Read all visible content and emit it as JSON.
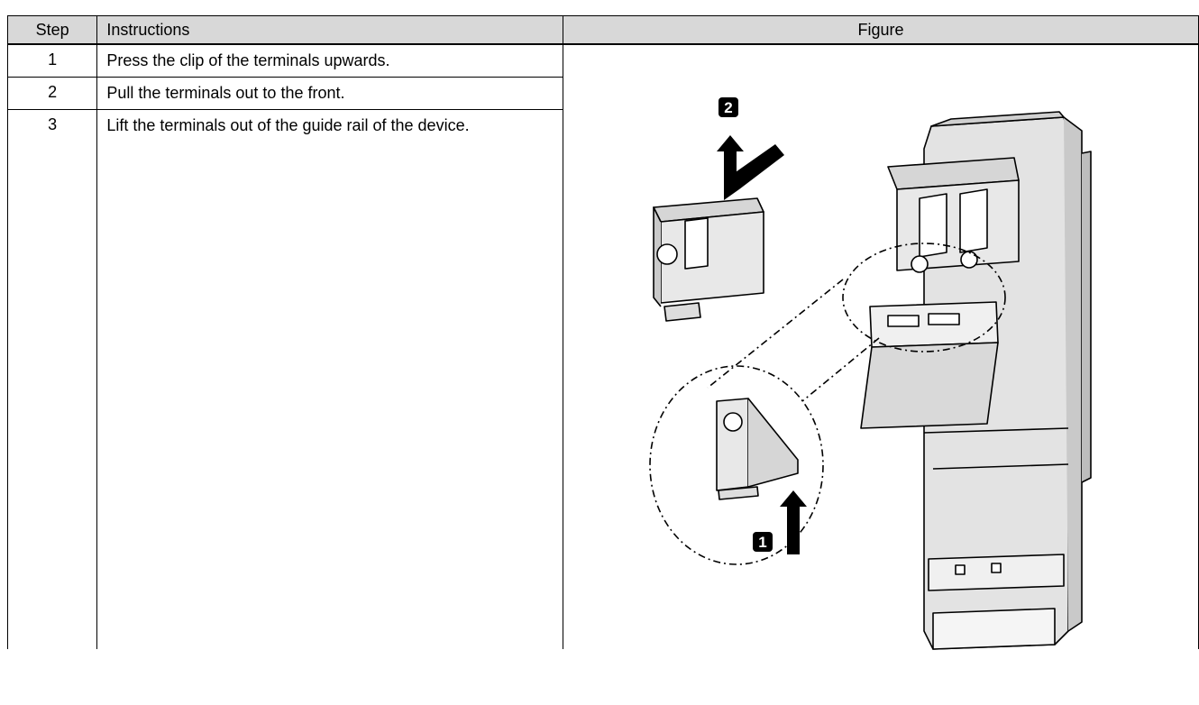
{
  "table": {
    "headers": {
      "step": "Step",
      "instructions": "Instructions",
      "figure": "Figure"
    },
    "rows": [
      {
        "step": "1",
        "text": "Press the clip of the terminals upwards."
      },
      {
        "step": "2",
        "text": "Pull the terminals out to the front."
      },
      {
        "step": "3",
        "text": "Lift the terminals out of the guide rail of the device."
      }
    ]
  },
  "figure": {
    "callouts": [
      "1",
      "2"
    ],
    "colors": {
      "device_fill": "#e3e3e3",
      "device_shade": "#c9c9c9",
      "line": "#000000",
      "callout_bg": "#000000",
      "callout_text": "#ffffff"
    }
  }
}
